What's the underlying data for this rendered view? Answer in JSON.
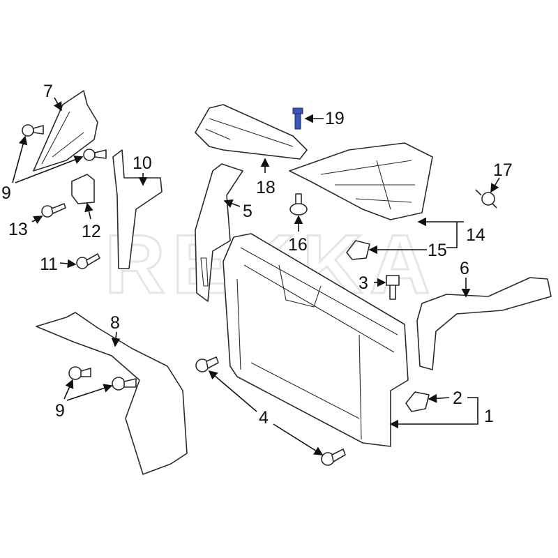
{
  "watermark": "REKKA",
  "accent_color": "#3a56b0",
  "callouts": {
    "c1": "1",
    "c2": "2",
    "c3": "3",
    "c4": "4",
    "c5": "5",
    "c6": "6",
    "c7": "7",
    "c8": "8",
    "c9a": "9",
    "c9b": "9",
    "c10": "10",
    "c11": "11",
    "c12": "12",
    "c13": "13",
    "c14": "14",
    "c15": "15",
    "c16": "16",
    "c17": "17",
    "c18": "18",
    "c19": "19"
  }
}
